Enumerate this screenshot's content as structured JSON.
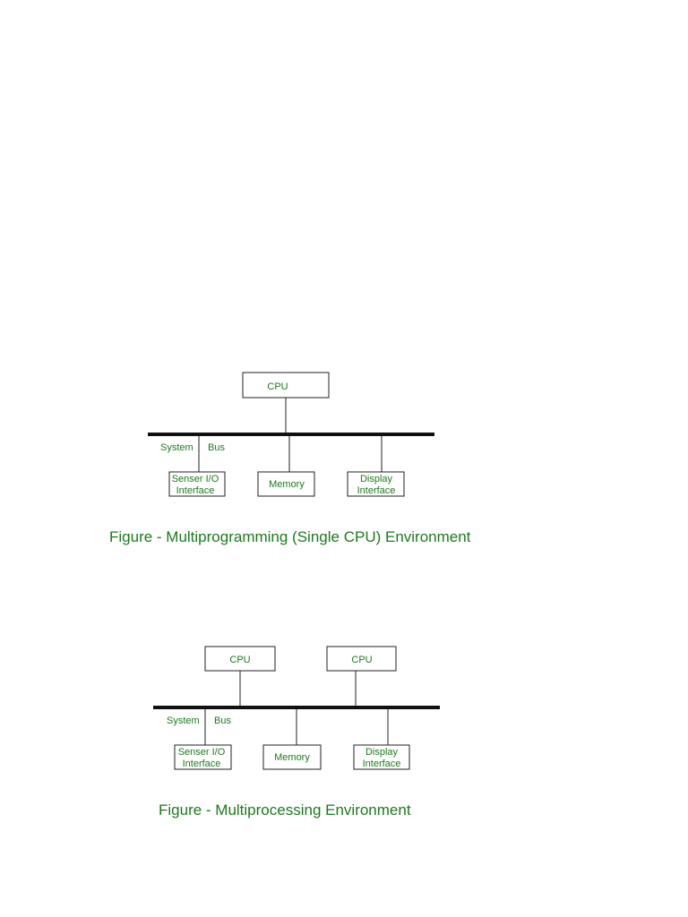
{
  "figure1": {
    "caption": "Figure - Multiprogramming (Single CPU) Environment",
    "cpu": [
      "CPU"
    ],
    "bus_labels": {
      "system": "System",
      "bus": "Bus"
    },
    "sensor_io": [
      "Senser I/O",
      "Interface"
    ],
    "memory": "Memory",
    "display": [
      "Display",
      "Interface"
    ]
  },
  "figure2": {
    "caption": "Figure - Multiprocessing Environment",
    "cpus": [
      "CPU",
      "CPU"
    ],
    "bus_labels": {
      "system": "System",
      "bus": "Bus"
    },
    "sensor_io": [
      "Senser I/O",
      "Interface"
    ],
    "memory": "Memory",
    "display": [
      "Display",
      "Interface"
    ]
  },
  "colors": {
    "text": "#1b7a1b",
    "lines": "#222222",
    "background": "#ffffff"
  }
}
